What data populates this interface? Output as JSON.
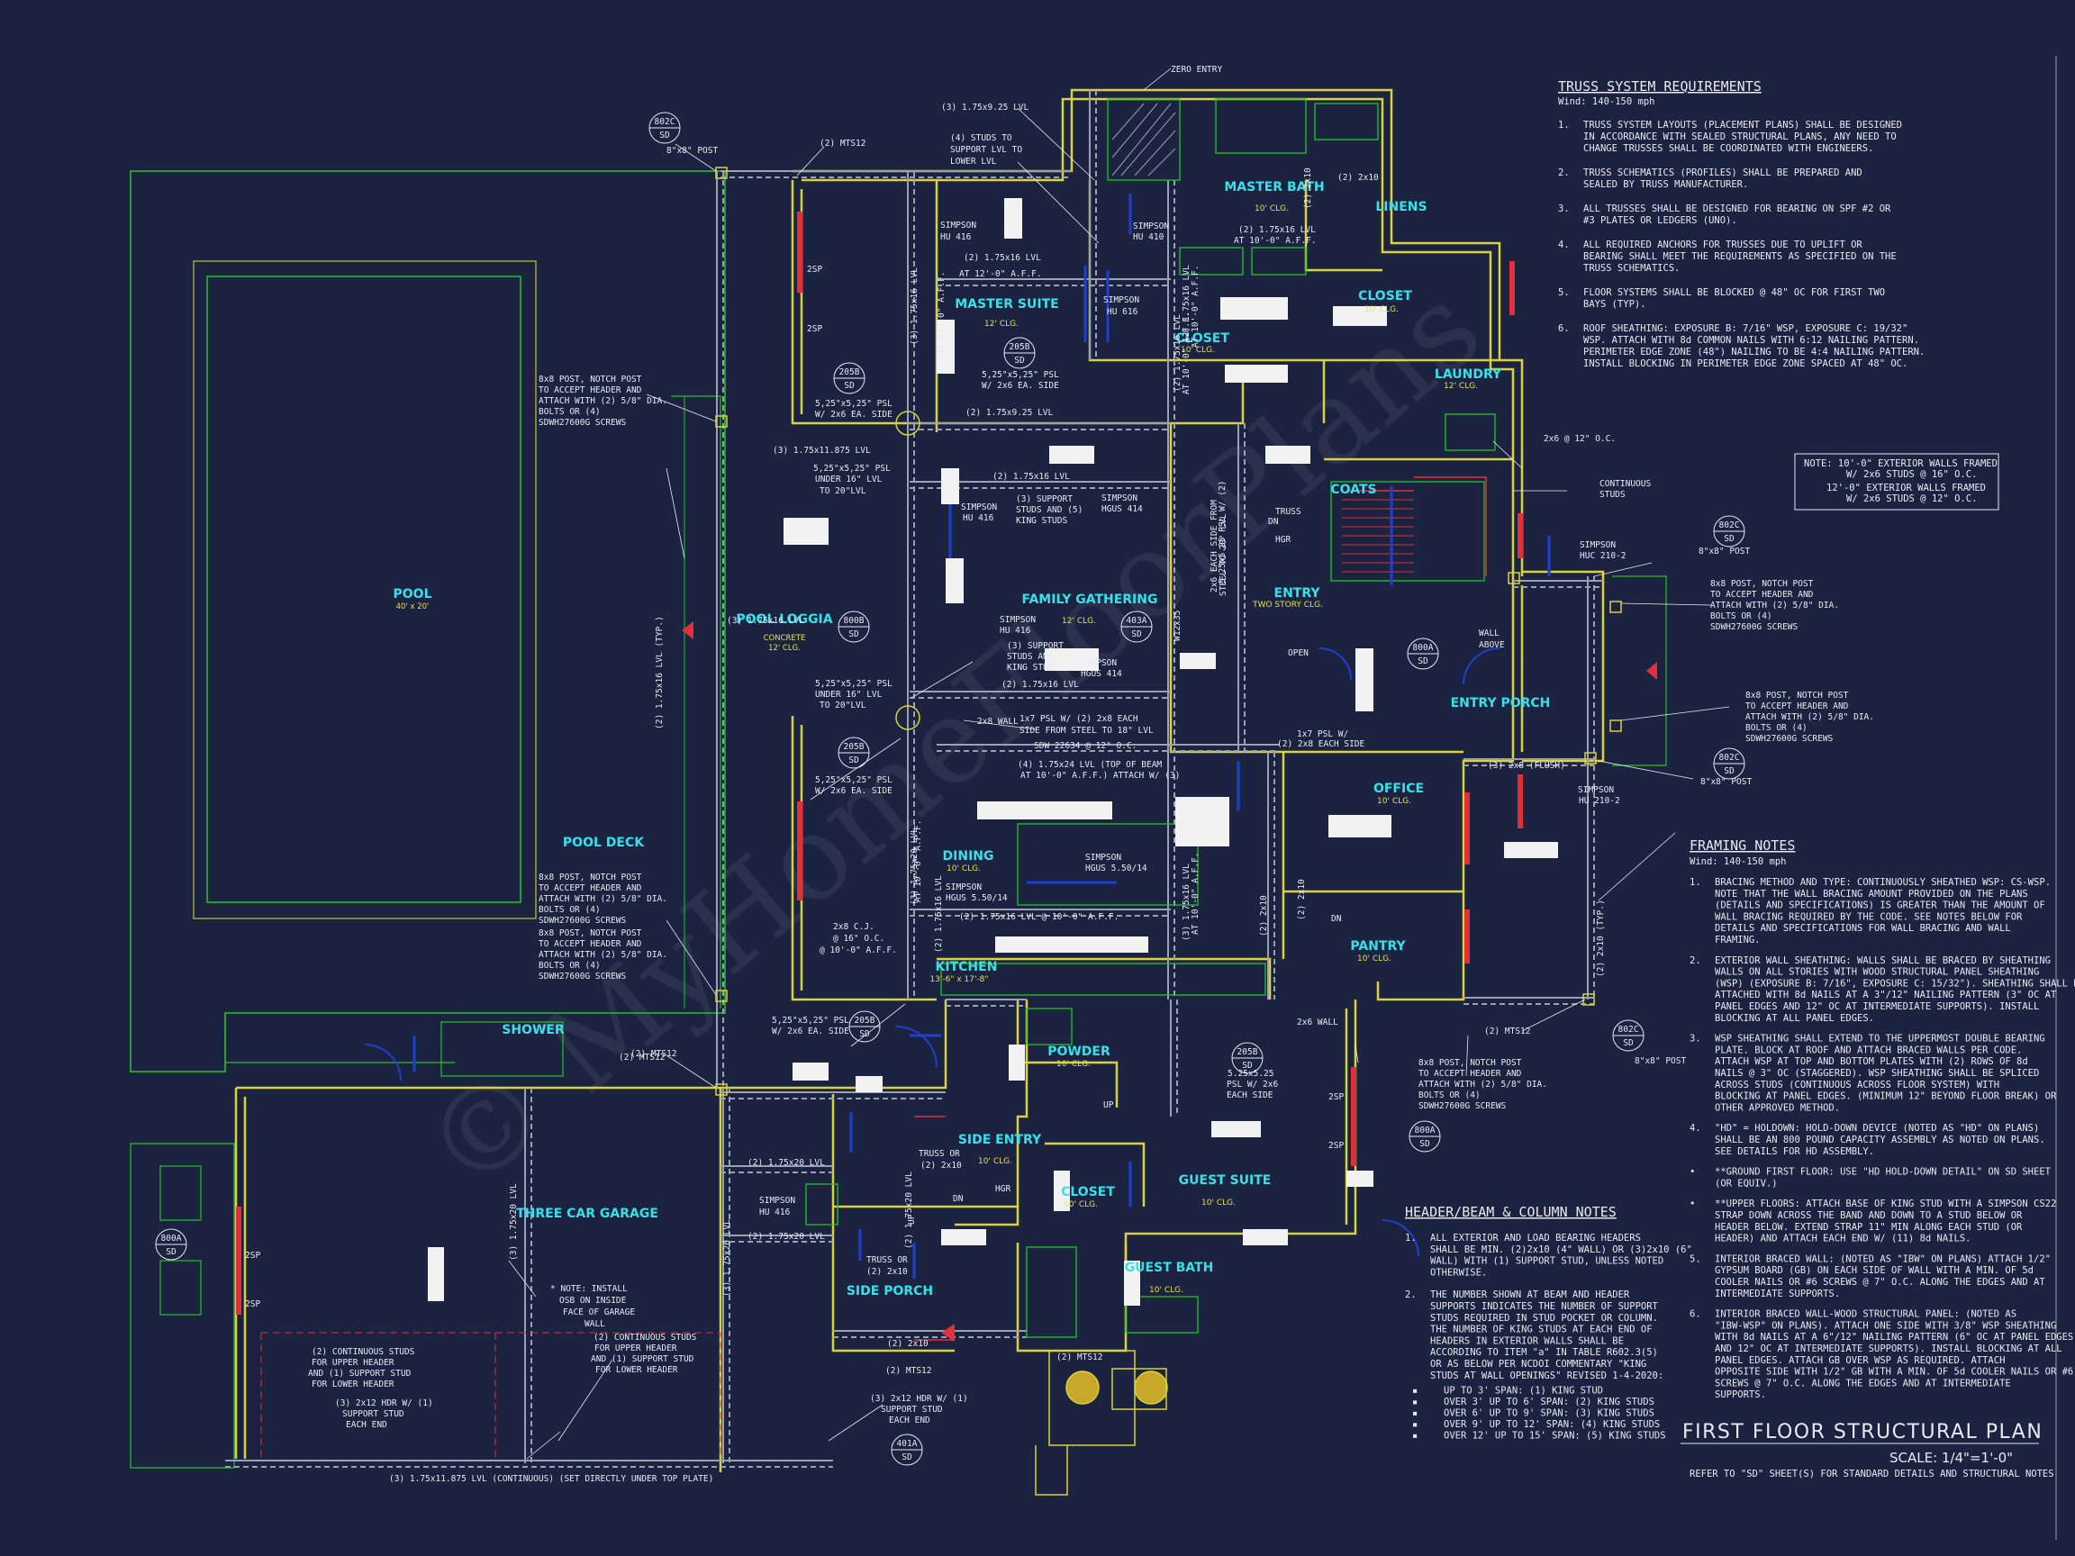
{
  "title": "FIRST FLOOR STRUCTURAL PLAN",
  "scale": "SCALE: 1/4\"=1'-0\"",
  "refer_note": "REFER TO \"SD\" SHEET(S) FOR STANDARD DETAILS AND STRUCTURAL NOTES",
  "watermark": "© MyHomeFloorPlans",
  "colors": {
    "background": "#1b2340",
    "wall": "#d9d238",
    "room_label": "#38e0ea",
    "ceiling_label": "#e8e04a",
    "green_line": "#27c12a",
    "beam": "#9aa1b2",
    "red": "#e0303a",
    "blue": "#1f3fd0"
  },
  "rooms": [
    {
      "name": "POOL",
      "clg": "40' x 20'"
    },
    {
      "name": "POOL LOGGIA",
      "clg": "12' CLG."
    },
    {
      "name": "POOL DECK",
      "clg": ""
    },
    {
      "name": "MASTER SUITE",
      "clg": "12' CLG."
    },
    {
      "name": "MASTER BATH",
      "clg": "10' CLG."
    },
    {
      "name": "LINENS",
      "clg": ""
    },
    {
      "name": "CLOSET",
      "clg": "10' CLG."
    },
    {
      "name": "CLOSET",
      "clg": "10' CLG."
    },
    {
      "name": "LAUNDRY",
      "clg": "12' CLG."
    },
    {
      "name": "COATS",
      "clg": ""
    },
    {
      "name": "FAMILY GATHERING",
      "clg": "12' CLG."
    },
    {
      "name": "ENTRY",
      "clg": "TWO STORY CLG."
    },
    {
      "name": "ENTRY PORCH",
      "clg": ""
    },
    {
      "name": "OFFICE",
      "clg": "10' CLG."
    },
    {
      "name": "DINING",
      "clg": "10' CLG."
    },
    {
      "name": "PANTRY",
      "clg": "10' CLG."
    },
    {
      "name": "KITCHEN",
      "clg": "13'-6\" x 17'-8\""
    },
    {
      "name": "POWDER",
      "clg": "10' CLG."
    },
    {
      "name": "SIDE ENTRY",
      "clg": "10' CLG."
    },
    {
      "name": "CLOSET",
      "clg": "10' CLG."
    },
    {
      "name": "GUEST SUITE",
      "clg": "10' CLG."
    },
    {
      "name": "GUEST BATH",
      "clg": "10' CLG."
    },
    {
      "name": "SIDE PORCH",
      "clg": ""
    },
    {
      "name": "THREE CAR GARAGE",
      "clg": ""
    },
    {
      "name": "SHOWER",
      "clg": ""
    }
  ],
  "callouts": [
    {
      "top": "802C",
      "bot": "SD"
    },
    {
      "top": "205B",
      "bot": "SD"
    },
    {
      "top": "205B",
      "bot": "SD"
    },
    {
      "top": "800B",
      "bot": "SD"
    },
    {
      "top": "403A",
      "bot": "SD"
    },
    {
      "top": "205B",
      "bot": "SD"
    },
    {
      "top": "800A",
      "bot": "SD"
    },
    {
      "top": "802C",
      "bot": "SD"
    },
    {
      "top": "802C",
      "bot": "SD"
    },
    {
      "top": "205B",
      "bot": "SD"
    },
    {
      "top": "802C",
      "bot": "SD"
    },
    {
      "top": "205B",
      "bot": "SD"
    },
    {
      "top": "800A",
      "bot": "SD"
    },
    {
      "top": "800A",
      "bot": "SD"
    },
    {
      "top": "401A",
      "bot": "SD"
    }
  ],
  "labels": [
    "ZERO ENTRY",
    "(3) 1.75x9.25 LVL",
    "(4) STUDS TO",
    "SUPPORT LVL TO",
    "LOWER LVL",
    "(2) MTS12",
    "8\"x8\" POST",
    "SIMPSON",
    "HU 416",
    "(2) 1.75x16 LVL",
    "AT 12'-0\" A.F.F.",
    "2SP",
    "2SP",
    "SIMPSON",
    "HU 410",
    "(2) 1.75x16 LVL",
    "AT 10'-0\" A.F.F.",
    "(2) 2x10",
    "(2) 2x10",
    "SIMPSON",
    "HU 616",
    "(3) 1.75x16 LVL",
    "AT 12'-0\" A.F.F.",
    "5,25\"x5,25\" PSL",
    "W/ 2x6 EA. SIDE",
    "5,25\"x5,25\" PSL",
    "W/ 2x6 EA. SIDE",
    "8x8 POST, NOTCH POST",
    "TO ACCEPT HEADER AND",
    "ATTACH WITH (2) 5/8\" DIA.",
    "BOLTS OR (4)",
    "SDWH27600G SCREWS",
    "(3) 1.75x11.875 LVL",
    "(2) 1.75x9.25 LVL",
    "5,25\"x5,25\" PSL",
    "UNDER 16\" LVL",
    "TO 20\"LVL",
    "(2) 1.75x16 LVL",
    "SIMPSON",
    "HU 416",
    "(3) SUPPORT",
    "STUDS AND (5)",
    "KING STUDS",
    "SIMPSON",
    "HGUS 414",
    "(2) 1.75x16 LVL (TYP.)",
    "SIMPSON",
    "HU 416",
    "(3) SUPPORT",
    "STUDS AND (5)",
    "KING STUDS",
    "SIMPSON",
    "HGUS 414",
    "(2) 1.75x16 LVL",
    "5,25\"x5,25\" PSL",
    "UNDER 16\" LVL",
    "TO 20\"LVL",
    "2x8 WALL",
    "1x7 PSL W/ (2) 2x8 EACH",
    "SIDE FROM STEEL TO 18\" LVL",
    "(4) 1.75x24 LVL (TOP OF BEAM",
    "AT 10'-0\" A.F.F.) ATTACH W/ (3)",
    "SDW 22634 @ 12\" O.C.",
    "5,25\"x5,25\" PSL",
    "W/ 2x6 EA. SIDE",
    "(3) 1.75x20 LVL",
    "AT 10'-0\" A.F.F.",
    "SIMPSON",
    "HGUS 5.50/14",
    "SIMPSON",
    "HGUS 5.50/14",
    "2x8 C.J.",
    "@ 16\" O.C.",
    "@ 10'-0\" A.F.F.",
    "(2) 1.75x16 LVL @ 10'-0\" A.F.F.",
    "5,25\"x5,25\" PSL",
    "W/ 2x6 EA. SIDE",
    "(2) MTS12",
    "(2) 1.75x20 LVL",
    "SIMPSON",
    "HU 416",
    "(2) 1.75x20 LVL",
    "TRUSS OR",
    "(2) 2x10",
    "HGR",
    "TRUSS OR",
    "(2) 2x10",
    "(2) 2x10",
    "(2) MTS12",
    "(2) MTS12",
    "* NOTE: INSTALL",
    "OSB ON INSIDE",
    "FACE OF GARAGE",
    "WALL",
    "(2) CONTINUOUS STUDS",
    "FOR UPPER HEADER",
    "AND (1) SUPPORT STUD",
    "FOR LOWER HEADER",
    "(2) CONTINUOUS STUDS",
    "FOR UPPER HEADER",
    "AND (1) SUPPORT STUD",
    "FOR LOWER HEADER",
    "(3) 2x12 HDR W/ (1)",
    "SUPPORT STUD",
    "EACH END",
    "(3) 2x12 HDR W/ (1)",
    "SUPPORT STUD",
    "EACH END",
    "(3) 1.75x11.875 LVL (CONTINUOUS) (SET DIRECTLY UNDER TOP PLATE)",
    "(3) 1.75x20 LVL",
    "(3) 1.75x20 LVL",
    "2SP",
    "2SP",
    "2SP",
    "2SP",
    "2x6 WALL",
    "5.25x5.25",
    "PSL W/ 2x6",
    "EACH SIDE",
    "8x8 POST, NOTCH POST",
    "TO ACCEPT HEADER AND",
    "ATTACH WITH (2) 5/8\" DIA.",
    "BOLTS OR (4)",
    "SDWH27600G SCREWS",
    "(2) MTS12",
    "8\"x8\" POST",
    "(2) 2x10 (TYP.)",
    "SIMPSON",
    "HU 210-2",
    "(3) 2x8 (FLUSH)",
    "8\"x8\" POST",
    "8x8 POST, NOTCH POST",
    "TO ACCEPT HEADER AND",
    "ATTACH WITH (2) 5/8\" DIA.",
    "BOLTS OR (4)",
    "SDWH27600G SCREWS",
    "8x8 POST, NOTCH POST",
    "TO ACCEPT HEADER AND",
    "ATTACH WITH (2) 5/8\" DIA.",
    "BOLTS OR (4)",
    "SDWH27600G SCREWS",
    "SIMPSON",
    "HUC 210-2",
    "8\"x8\" POST",
    "2x6 @ 12\" O.C.",
    "CONTINUOUS",
    "STUDS",
    "TRUSS",
    "HGR",
    "WALL",
    "ABOVE",
    "OPEN",
    "1x7 PSL W/",
    "(2) 2x8 EACH SIDE",
    "5.25x5.25 PSL W/ (2)",
    "2x6 EACH SIDE FROM",
    "STEEL TO 20\" LVL",
    "(2) 1.75x16 LVL",
    "AT 10'-0\" A.F.F.",
    "(2) 1.75x16 LVL",
    "AT 10'-0\" A.F.F.",
    "(3) 1.75x16 LVL",
    "AT 10'-0\" A.F.F.",
    "W12x35",
    "(2) 2x10",
    "(2) 2x10",
    "8x8 POST, NOTCH POST",
    "TO ACCEPT HEADER AND",
    "ATTACH WITH (2) 5/8\" DIA.",
    "BOLTS OR (4)",
    "SDWH27600G SCREWS",
    "8x8 POST, NOTCH POST",
    "TO ACCEPT HEADER AND",
    "ATTACH WITH (2) 5/8\" DIA.",
    "BOLTS OR (4)",
    "SDWH27600G SCREWS",
    "(2) MTS12",
    "(2) 1.75x16 LVL",
    "(2) 1.75x20 LVL",
    "DN",
    "UP",
    "UP",
    "DN",
    "DN",
    "(3) 1.75x16 LVL"
  ],
  "truss": {
    "heading": "TRUSS SYSTEM REQUIREMENTS",
    "wind": "Wind: 140-150 mph",
    "items": [
      {
        "n": "1.",
        "lines": [
          "TRUSS SYSTEM LAYOUTS (PLACEMENT PLANS) SHALL BE DESIGNED",
          "IN ACCORDANCE WITH SEALED STRUCTURAL PLANS, ANY NEED TO",
          "CHANGE TRUSSES SHALL BE COORDINATED WITH ENGINEERS."
        ]
      },
      {
        "n": "2.",
        "lines": [
          "TRUSS SCHEMATICS (PROFILES) SHALL BE PREPARED AND",
          "SEALED BY TRUSS MANUFACTURER."
        ]
      },
      {
        "n": "3.",
        "lines": [
          "ALL TRUSSES SHALL BE DESIGNED FOR BEARING ON SPF #2 OR",
          "#3 PLATES OR LEDGERS (UNO)."
        ]
      },
      {
        "n": "4.",
        "lines": [
          "ALL REQUIRED ANCHORS FOR TRUSSES DUE TO UPLIFT OR",
          "BEARING SHALL MEET THE REQUIREMENTS AS SPECIFIED ON THE",
          "TRUSS SCHEMATICS."
        ]
      },
      {
        "n": "5.",
        "lines": [
          "FLOOR SYSTEMS SHALL BE BLOCKED @ 48\" OC FOR FIRST TWO",
          "BAYS (TYP)."
        ]
      },
      {
        "n": "6.",
        "lines": [
          "ROOF SHEATHING: EXPOSURE B: 7/16\" WSP, EXPOSURE C: 19/32\"",
          "WSP. ATTACH WITH 8d COMMON NAILS WITH 6:12 NAILING PATTERN.",
          "PERIMETER EDGE ZONE (48\") NAILING TO BE 4:4 NAILING PATTERN.",
          "INSTALL BLOCKING IN PERIMETER EDGE ZONE SPACED AT 48\" OC."
        ]
      }
    ]
  },
  "wall_note": [
    "NOTE: 10'-0\" EXTERIOR WALLS FRAMED",
    "W/ 2x6 STUDS @ 16\" O.C.",
    "12'-0\" EXTERIOR WALLS FRAMED",
    "W/ 2x6 STUDS @ 12\" O.C."
  ],
  "framing": {
    "heading": "FRAMING NOTES",
    "wind": "Wind: 140-150 mph",
    "items": [
      {
        "n": "1.",
        "lines": [
          "BRACING METHOD AND TYPE: CONTINUOUSLY SHEATHED WSP: CS-WSP.",
          "NOTE THAT THE WALL BRACING AMOUNT PROVIDED ON THE PLANS",
          "(DETAILS AND SPECIFICATIONS) IS GREATER THAN THE AMOUNT OF",
          "WALL BRACING REQUIRED BY THE CODE. SEE NOTES BELOW FOR",
          "DETAILS AND SPECIFICATIONS FOR WALL BRACING AND WALL",
          "FRAMING."
        ]
      },
      {
        "n": "2.",
        "lines": [
          "EXTERIOR WALL SHEATHING: WALLS SHALL BE BRACED BY SHEATHING",
          "WALLS ON ALL STORIES WITH WOOD STRUCTURAL PANEL SHEATHING",
          "(WSP) (EXPOSURE B: 7/16\", EXPOSURE C: 15/32\"). SHEATHING SHALL BE",
          "ATTACHED WITH 8d NAILS AT A 3\"/12\" NAILING PATTERN (3\" OC AT",
          "PANEL EDGES AND 12\" OC AT INTERMEDIATE SUPPORTS). INSTALL",
          "BLOCKING AT ALL PANEL EDGES."
        ]
      },
      {
        "n": "3.",
        "lines": [
          "WSP SHEATHING SHALL EXTEND TO THE UPPERMOST DOUBLE BEARING",
          "PLATE. BLOCK AT ROOF AND ATTACH BRACED WALLS PER CODE.",
          "ATTACH WSP AT TOP AND BOTTOM PLATES WITH (2) ROWS OF 8d",
          "NAILS @ 3\" OC (STAGGERED). WSP SHEATHING SHALL BE SPLICED",
          "ACROSS STUDS (CONTINUOUS ACROSS FLOOR SYSTEM) WITH",
          "BLOCKING AT PANEL EDGES. (MINIMUM 12\" BEYOND FLOOR BREAK) OR",
          "OTHER APPROVED METHOD."
        ]
      },
      {
        "n": "4.",
        "lines": [
          "\"HD\" = HOLDOWN: HOLD-DOWN DEVICE (NOTED AS \"HD\" ON PLANS)",
          "SHALL BE AN 800 POUND CAPACITY ASSEMBLY AS NOTED ON PLANS.",
          "SEE DETAILS FOR HD ASSEMBLY."
        ]
      },
      {
        "n": "•",
        "lines": [
          "**GROUND FIRST FLOOR: USE \"HD HOLD-DOWN DETAIL\" ON SD SHEET",
          "(OR EQUIV.)"
        ]
      },
      {
        "n": "•",
        "lines": [
          "**UPPER FLOORS: ATTACH BASE OF KING STUD WITH A SIMPSON CS22",
          "STRAP DOWN ACROSS THE BAND AND DOWN TO A STUD BELOW OR",
          "HEADER BELOW. EXTEND STRAP 11\" MIN ALONG EACH STUD (OR",
          "HEADER) AND ATTACH EACH END W/ (11) 8d NAILS."
        ]
      },
      {
        "n": "5.",
        "lines": [
          "INTERIOR BRACED WALL: (NOTED AS \"IBW\" ON PLANS) ATTACH 1/2\"",
          "GYPSUM BOARD (GB) ON EACH SIDE OF WALL WITH A MIN. OF 5d",
          "COOLER NAILS OR #6 SCREWS @ 7\" O.C. ALONG THE EDGES AND AT",
          "INTERMEDIATE SUPPORTS."
        ]
      },
      {
        "n": "6.",
        "lines": [
          "INTERIOR BRACED WALL-WOOD STRUCTURAL PANEL: (NOTED AS",
          "\"IBW-WSP\" ON PLANS). ATTACH ONE SIDE WITH 3/8\" WSP SHEATHING",
          "WITH 8d NAILS AT A 6\"/12\" NAILING PATTERN (6\" OC AT PANEL EDGES",
          "AND 12\" OC AT INTERMEDIATE SUPPORTS). INSTALL BLOCKING AT ALL",
          "PANEL EDGES. ATTACH GB OVER WSP AS REQUIRED. ATTACH",
          "OPPOSITE SIDE WITH 1/2\" GB WITH A MIN. OF 5d COOLER NAILS OR #6",
          "SCREWS @ 7\" O.C. ALONG THE EDGES AND AT INTERMEDIATE",
          "SUPPORTS."
        ]
      }
    ]
  },
  "header_notes": {
    "heading": "HEADER/BEAM & COLUMN NOTES",
    "items": [
      {
        "n": "1.",
        "lines": [
          "ALL EXTERIOR AND LOAD BEARING HEADERS",
          "SHALL BE MIN. (2)2x10 (4\" WALL) OR (3)2x10 (6\"",
          "WALL) WITH (1) SUPPORT STUD, UNLESS NOTED",
          "OTHERWISE."
        ]
      },
      {
        "n": "2.",
        "lines": [
          "THE NUMBER SHOWN AT BEAM AND HEADER",
          "SUPPORTS INDICATES THE NUMBER OF SUPPORT",
          "STUDS REQUIRED IN STUD POCKET OR COLUMN.",
          "THE NUMBER OF KING STUDS AT EACH END OF",
          "HEADERS IN EXTERIOR WALLS SHALL BE",
          "ACCORDING TO ITEM \"a\" IN TABLE R602.3(5)",
          "OR AS BELOW PER NCDOI COMMENTARY \"KING",
          "STUDS AT WALL OPENINGS\" REVISED 1-4-2020:"
        ]
      }
    ],
    "bullets": [
      "UP TO 3' SPAN: (1) KING STUD",
      "OVER 3' UP TO 6' SPAN: (2) KING STUDS",
      "OVER 6' UP TO 9' SPAN: (3) KING STUDS",
      "OVER 9' UP TO 12' SPAN: (4) KING STUDS",
      "OVER 12' UP TO 15' SPAN: (5) KING STUDS"
    ]
  }
}
